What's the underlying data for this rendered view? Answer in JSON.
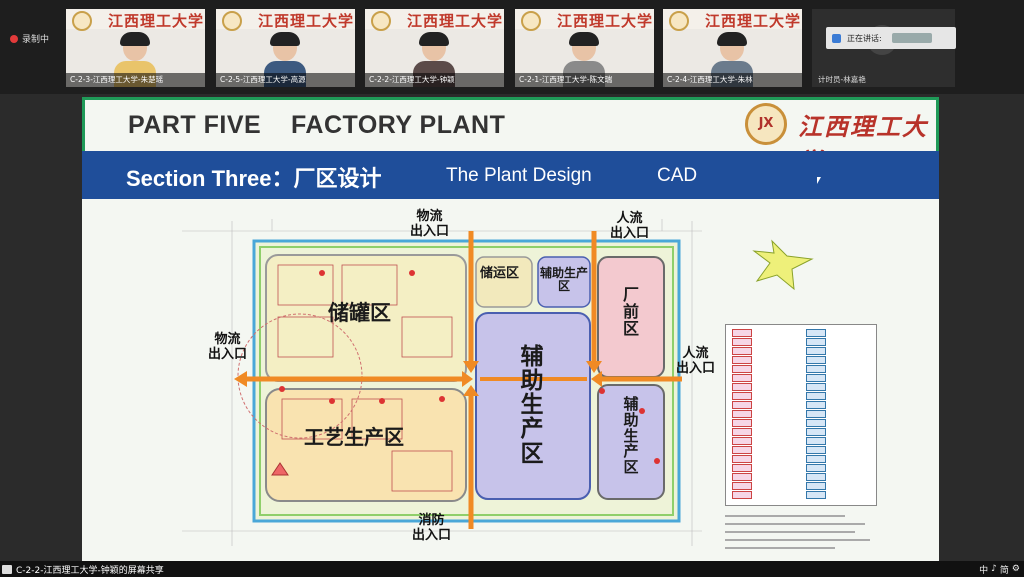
{
  "meeting": {
    "recording_label": "录制中",
    "tiles": [
      {
        "name": "C-2-3-江西理工大学-朱楚瑶",
        "shirt": "#e9c46a"
      },
      {
        "name": "C-2-5-江西理工大学-高源",
        "shirt": "#3d5a80"
      },
      {
        "name": "C-2-2-江西理工大学-钟颖",
        "shirt": "#5b4b49"
      },
      {
        "name": "C-2-1-江西理工大学-陈文瑞",
        "shirt": "#8a8a8a"
      },
      {
        "name": "C-2-4-江西理工大学-朱林",
        "shirt": "#6b7b8c"
      }
    ],
    "tile_banner_text": "江西理工大学",
    "speaker_tile_name": "计时员-林嘉艳",
    "speaking_label": "正在讲话:"
  },
  "slide": {
    "title": "PART FIVE    FACTORY PLANT",
    "university_name": "江西理工大学",
    "logo_glyph": "JX",
    "section_title": "Section Three：厂区设计",
    "section_subtitle": "The Plant Design",
    "section_tag": "CAD",
    "plan": {
      "zones": {
        "tank_area": "储罐区",
        "storage_area": "储运区",
        "aux_area_top": "辅助生产区",
        "front_area": "厂前区",
        "process_area": "工艺生产区",
        "aux_area_center": "辅助生产区",
        "aux_area_right": "辅助生产区"
      },
      "gates": {
        "logistics_top": "物流\n出入口",
        "people_top": "人流\n出入口",
        "logistics_left": "物流\n出入口",
        "people_right": "人流\n出入口",
        "fire_bottom": "消防\n出入口"
      },
      "colors": {
        "arrow": "#f08a24",
        "process_fill": "#f9e3b0",
        "aux_fill": "#c7c3ea",
        "front_fill": "#f3c9cf",
        "tank_fill": "#f4efc4"
      }
    }
  },
  "share_bar": {
    "label": "C-2-2-江西理工大学-钟颖的屏幕共享"
  },
  "tray": {
    "items": [
      "中",
      "♪",
      "简",
      "⚙"
    ]
  }
}
